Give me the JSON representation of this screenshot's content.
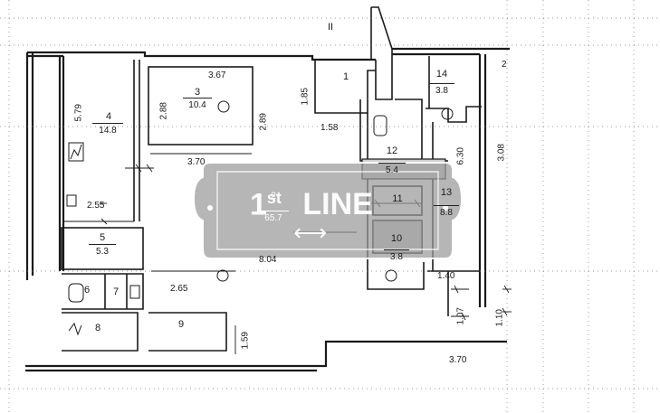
{
  "plan": {
    "top_mark": "II",
    "rooms": [
      {
        "id": "1",
        "number": "1",
        "area": ""
      },
      {
        "id": "2",
        "number": "2",
        "area": "65.7"
      },
      {
        "id": "3",
        "number": "3",
        "area": "10.4"
      },
      {
        "id": "4",
        "number": "4",
        "area": "14.8"
      },
      {
        "id": "5",
        "number": "5",
        "area": "5.3"
      },
      {
        "id": "6",
        "number": "6",
        "area": ""
      },
      {
        "id": "7",
        "number": "7",
        "area": ""
      },
      {
        "id": "8",
        "number": "8",
        "area": ""
      },
      {
        "id": "9",
        "number": "9",
        "area": ""
      },
      {
        "id": "10",
        "number": "10",
        "area": "3.8"
      },
      {
        "id": "11",
        "number": "11",
        "area": ""
      },
      {
        "id": "12",
        "number": "12",
        "area": "5.4"
      },
      {
        "id": "13",
        "number": "13",
        "area": "8.8"
      },
      {
        "id": "14",
        "number": "14",
        "area": "3.8"
      }
    ],
    "dimensions": {
      "d_367": "3.67",
      "d_288": "2.88",
      "d_289": "2.89",
      "d_185": "1.85",
      "d_158": "1.58",
      "d_579": "5.79",
      "d_370_mid": "3.70",
      "d_255": "2.55",
      "d_804": "8.04",
      "d_265": "2.65",
      "d_159": "1.59",
      "d_630": "6.30",
      "d_308": "3.08",
      "d_140": "1.40",
      "d_107": "1.07",
      "d_110": "1.10",
      "d_370_bottom": "3.70",
      "d_2": "2"
    }
  },
  "watermark": {
    "brand_main": "1",
    "brand_sup": "st",
    "brand_word": "LINE",
    "arrow_glyph": "⟷"
  },
  "colors": {
    "line": "#1a1a1a",
    "shade": "#cfcfcf",
    "watermark_fill": "#9a9a9a"
  }
}
